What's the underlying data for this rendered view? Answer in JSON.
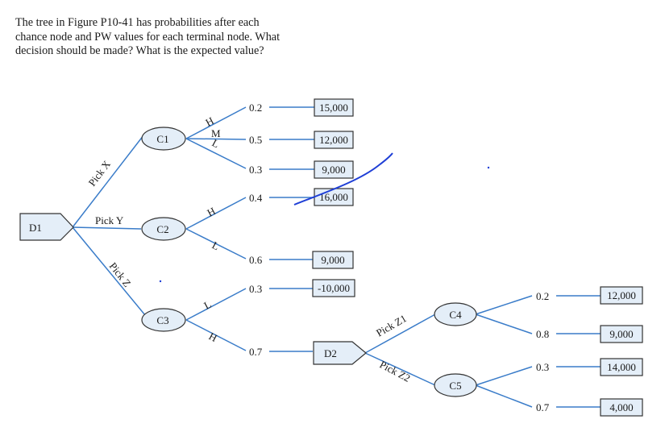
{
  "problem_text": "The tree in Figure P10-41 has probabilities after each chance node and PW values for each terminal node. What decision should be made? What is the expected value?",
  "tree": {
    "decision_nodes": [
      "D1",
      "D2"
    ],
    "chance_nodes": [
      "C1",
      "C2",
      "C3",
      "C4",
      "C5"
    ],
    "d1_branches": [
      "Pick X",
      "Pick Y",
      "Pick Z"
    ],
    "d2_branches": [
      "Pick Z1",
      "Pick Z2"
    ],
    "c1": {
      "outcomes": [
        "H",
        "M",
        "L"
      ],
      "probabilities": [
        "0.2",
        "0.5",
        "0.3"
      ],
      "values": [
        "15,000",
        "12,000",
        "9,000"
      ]
    },
    "c2": {
      "outcomes": [
        "H",
        "L"
      ],
      "probabilities": [
        "0.4",
        "0.6"
      ],
      "values": [
        "16,000",
        "9,000"
      ]
    },
    "c3": {
      "outcomes": [
        "L",
        "H"
      ],
      "probabilities": [
        "0.3",
        "0.7"
      ],
      "values": [
        "-10,000"
      ]
    },
    "c4": {
      "probabilities": [
        "0.2",
        "0.8"
      ],
      "values": [
        "12,000",
        "9,000"
      ]
    },
    "c5": {
      "probabilities": [
        "0.3",
        "0.7"
      ],
      "values": [
        "14,000",
        "4,000"
      ]
    }
  },
  "colors": {
    "branch": "#3a7cc9",
    "node_fill": "#e4eef8",
    "pen_mark": "#1f3fd6"
  }
}
